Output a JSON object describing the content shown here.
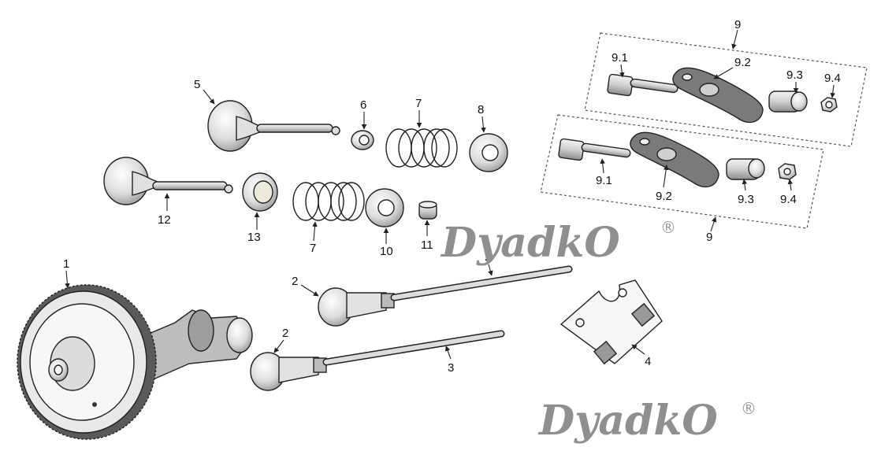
{
  "watermark": {
    "brand": "DyadkO",
    "registered_mark": "®"
  },
  "callouts": {
    "c1": "1",
    "c2a": "2",
    "c2b": "2",
    "c3a": "3",
    "c3b": "3",
    "c4": "4",
    "c5": "5",
    "c6": "6",
    "c7a": "7",
    "c7b": "7",
    "c8": "8",
    "c9a": "9",
    "c9b": "9",
    "c91a": "9.1",
    "c92a": "9.2",
    "c93a": "9.3",
    "c94a": "9.4",
    "c91b": "9.1",
    "c92b": "9.2",
    "c93b": "9.3",
    "c94b": "9.4",
    "c10": "10",
    "c11": "11",
    "c12": "12",
    "c13": "13"
  }
}
